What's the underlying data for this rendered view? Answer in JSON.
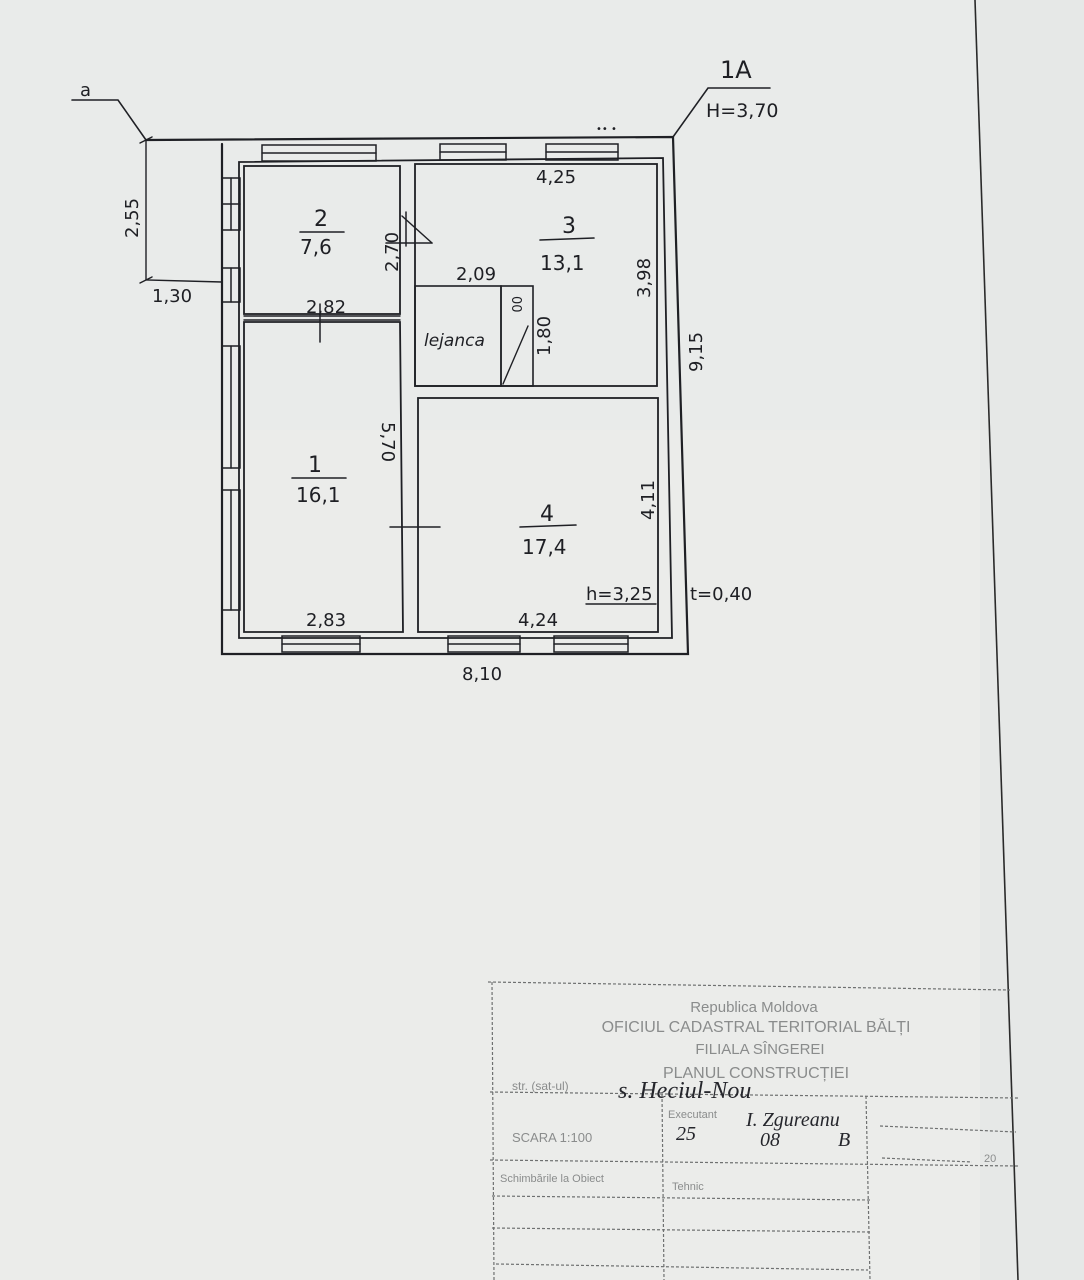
{
  "plan": {
    "axis_left": "a",
    "axis_right": "1A",
    "height_label": "H=3,70",
    "top_mark": "•• •",
    "dims": {
      "left_offset_v": "2,55",
      "left_offset_h": "1,30",
      "total_width": "8,10",
      "total_depth": "9,15",
      "room3_width": "4,25",
      "room3_depth": "3,98",
      "room2_height": "2,70",
      "room2_width": "2,82",
      "lejanca_width": "2,09",
      "lejanca_height": "1,80",
      "room1_height": "5,70",
      "room4_depth": "4,11",
      "room1_width": "2,83",
      "room4_width": "4,24",
      "inner_height": "h=3,25",
      "wall_thickness": "t=0,40"
    },
    "rooms": [
      {
        "number": "1",
        "area": "16,1"
      },
      {
        "number": "2",
        "area": "7,6"
      },
      {
        "number": "3",
        "area": "13,1"
      },
      {
        "number": "4",
        "area": "17,4"
      }
    ],
    "lejanca_label": "lejanca",
    "stove_mark": "00"
  },
  "stamp": {
    "line1": "Republica Moldova",
    "line2": "OFICIUL CADASTRAL TERITORIAL BĂLȚI",
    "line3": "FILIALA SÎNGEREI",
    "line4": "PLANUL CONSTRUCȚIEI",
    "address_label": "str. (sat-ul)",
    "address_value": "s. Heciul-Nou",
    "scale_label": "SCARA 1:100",
    "executor_label": "Executant",
    "executor_name": "I. Zgureanu",
    "date_day": "25",
    "date_month": "08",
    "date_year": "B",
    "checked_label": "Schimbările la Obiect",
    "tehnic_label": "Tehnic",
    "year_mark": "20"
  }
}
